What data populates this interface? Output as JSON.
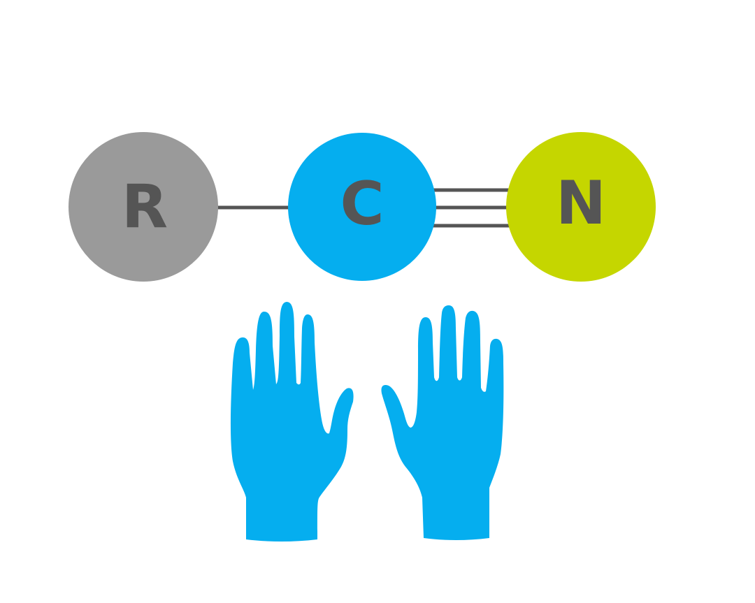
{
  "molecule": {
    "atoms": [
      {
        "id": "r",
        "symbol": "R",
        "color": "#9a9a9a"
      },
      {
        "id": "c",
        "symbol": "C",
        "color": "#05aeef"
      },
      {
        "id": "n",
        "symbol": "N",
        "color": "#c5d600"
      }
    ],
    "bonds": [
      {
        "from": "r",
        "to": "c",
        "order": 1
      },
      {
        "from": "c",
        "to": "n",
        "order": 3
      }
    ],
    "label_color": "#555555",
    "bond_color": "#555555"
  },
  "gloves": {
    "color": "#05aeef",
    "items": [
      "left-glove-icon",
      "right-glove-icon"
    ]
  }
}
